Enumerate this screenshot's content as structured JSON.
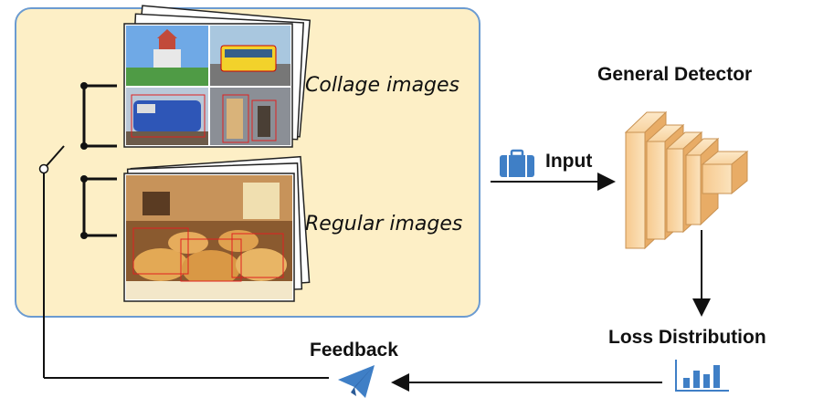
{
  "labels": {
    "collage": "Collage images",
    "regular": "Regular images",
    "input": "Input",
    "detector": "General Detector",
    "loss": "Loss Distribution",
    "feedback": "Feedback"
  },
  "colors": {
    "panel_fill": "#fdefc6",
    "panel_border": "#6b9bd1",
    "detector_block": "#f5c27e",
    "icon_blue": "#3f7fc6",
    "line": "#111111"
  },
  "icons": {
    "input": "briefcase-icon",
    "loss": "bar-chart-icon",
    "feedback": "paper-plane-icon"
  }
}
